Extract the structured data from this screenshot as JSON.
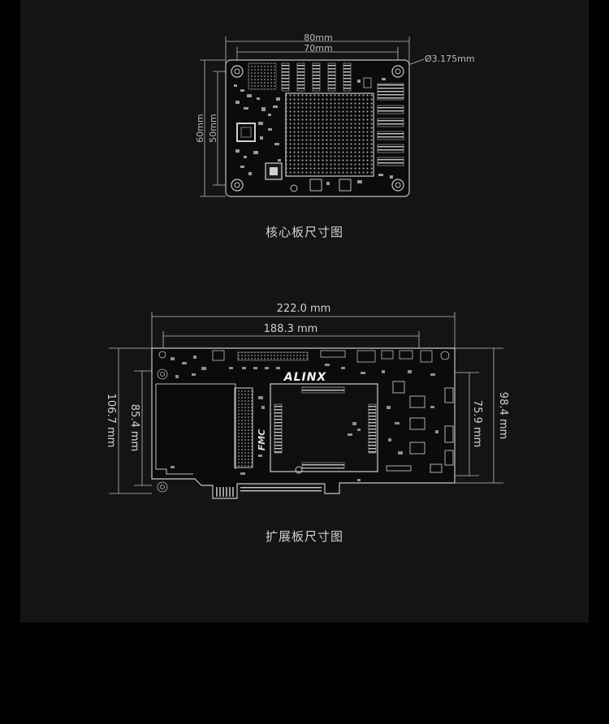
{
  "core_board": {
    "caption": "核心板尺寸图",
    "dim_width_outer": "80mm",
    "dim_width_inner": "70mm",
    "dim_height_outer": "60mm",
    "dim_height_inner": "50mm",
    "hole_diameter": "Ø3.175mm"
  },
  "expansion_board": {
    "caption": "扩展板尺寸图",
    "dim_width_outer": "222.0 mm",
    "dim_width_inner": "188.3 mm",
    "dim_height_left_outer": "106.7 mm",
    "dim_height_left_inner": "85.4 mm",
    "dim_height_right_outer": "98.4 mm",
    "dim_height_right_inner": "75.9 mm",
    "brand_logo": "ALINX",
    "connector_label": "FMC"
  }
}
